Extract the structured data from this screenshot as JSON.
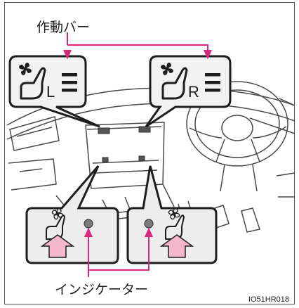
{
  "labels": {
    "operation_bar": "作動バー",
    "indicator": "インジケーター",
    "figure_code": "IO51HR018"
  },
  "callouts": {
    "left_side_letter": "L",
    "right_side_letter": "R"
  },
  "colors": {
    "pointer_line": "#d6297f",
    "arrow_fill": "#f4b7cc",
    "line_art": "#3a3a3a",
    "callout_bg": "#ececec",
    "indicator_lamp": "#7a7a7a"
  },
  "icons": [
    "seat-fan-icon",
    "fan-icon",
    "level-bars-icon",
    "indicator-lamp-icon",
    "press-arrow-icon"
  ]
}
